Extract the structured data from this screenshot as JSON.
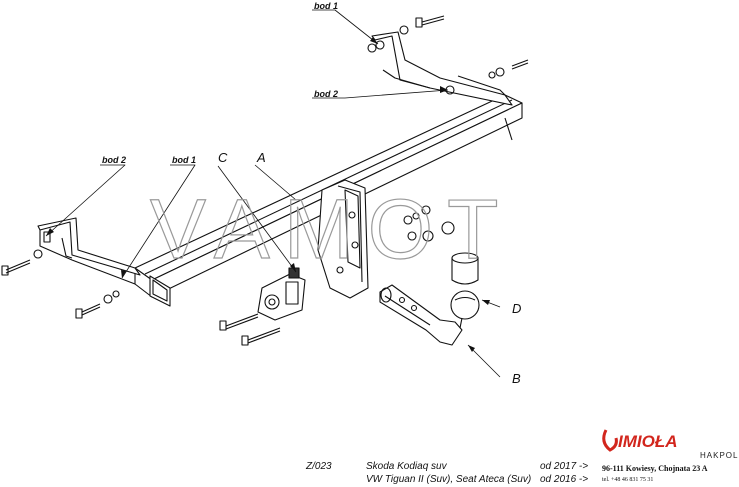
{
  "labels": {
    "bod1_top": "bod 1",
    "bod2_mid": "bod 2",
    "bod2_left": "bod 2",
    "bod1_left": "bod 1",
    "c": "C",
    "a": "A",
    "d": "D",
    "b": "B"
  },
  "watermark": "VAMOT",
  "footer": {
    "code": "Z/023",
    "vehicle1": "Skoda Kodiaq suv",
    "date1": "od 2017 ->",
    "vehicle2": "VW Tiguan II (Suv), Seat Ateca (Suv)",
    "date2": "od 2016 ->"
  },
  "brand": {
    "name": "IMIOŁA",
    "sub": "HAKPOL",
    "address": "96-111 Kowiesy, Chojnata 23 A",
    "tel": "tel. +48 46 831 75 31",
    "color": "#d2261d"
  }
}
